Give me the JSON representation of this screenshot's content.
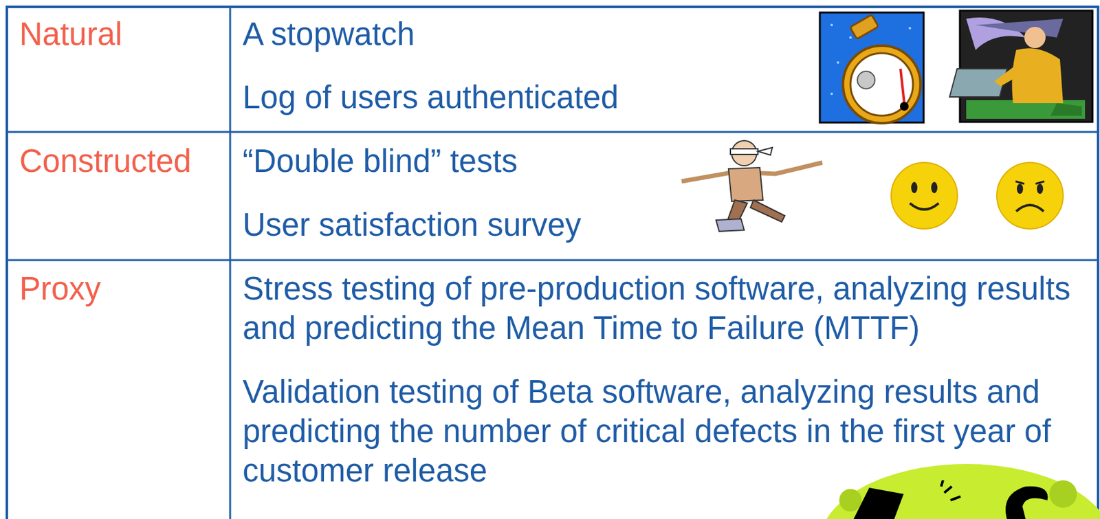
{
  "diagram": {
    "labels": [
      "Natural",
      "A stopwatch",
      "Log of users authenticated",
      "Constructed",
      "“Double blind” tests",
      "User satisfaction survey",
      "Proxy",
      "Stress testing of pre-production software, analyzing results and predicting the Mean Time to Failure (MTTF)",
      "Validation testing of Beta software, analyzing results and predicting the number of critical defects in the first year of customer release"
    ]
  }
}
